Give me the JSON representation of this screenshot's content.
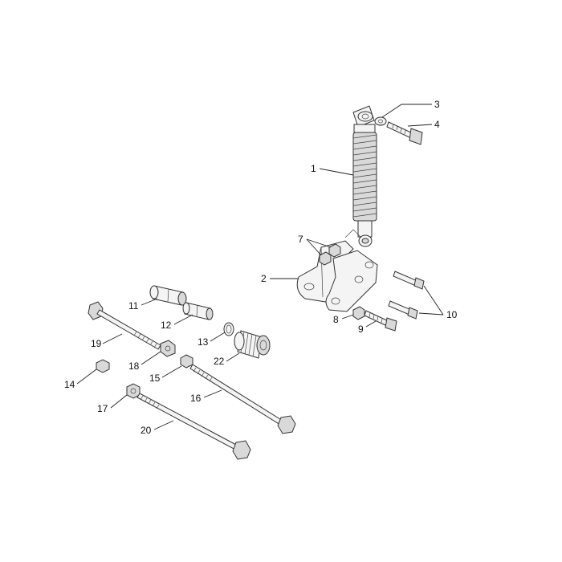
{
  "callouts": [
    {
      "id": "c1",
      "text": "1"
    },
    {
      "id": "c2",
      "text": "2"
    },
    {
      "id": "c3",
      "text": "3"
    },
    {
      "id": "c4",
      "text": "4"
    },
    {
      "id": "c7",
      "text": "7"
    },
    {
      "id": "c8",
      "text": "8"
    },
    {
      "id": "c9",
      "text": "9"
    },
    {
      "id": "c10",
      "text": "10"
    },
    {
      "id": "c11",
      "text": "11"
    },
    {
      "id": "c12",
      "text": "12"
    },
    {
      "id": "c13",
      "text": "13"
    },
    {
      "id": "c14",
      "text": "14"
    },
    {
      "id": "c15",
      "text": "15"
    },
    {
      "id": "c16",
      "text": "16"
    },
    {
      "id": "c17",
      "text": "17"
    },
    {
      "id": "c18",
      "text": "18"
    },
    {
      "id": "c19",
      "text": "19"
    },
    {
      "id": "c20",
      "text": "20"
    },
    {
      "id": "c22",
      "text": "22"
    }
  ]
}
